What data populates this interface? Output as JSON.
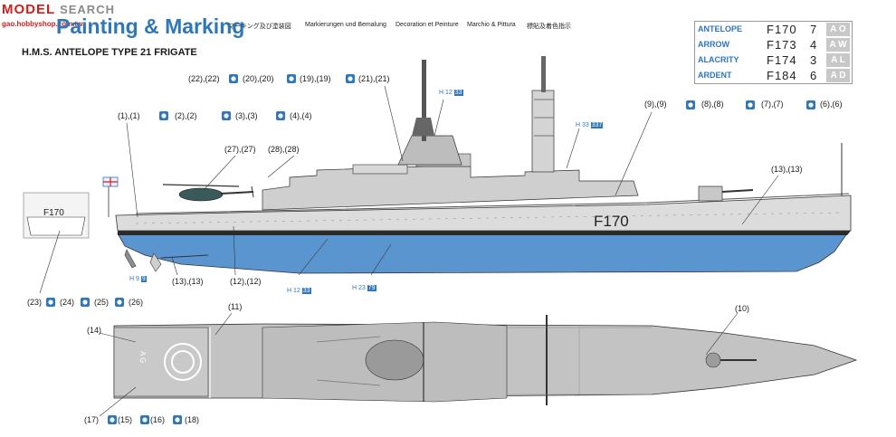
{
  "watermark": {
    "brand": "MODEL",
    "tag": "SEARCH",
    "url": "gao.hobbyshop.com.tw"
  },
  "title": "Painting & Marking",
  "languages": [
    "マーキング及び塗装図",
    "Markierungen und Bemalung",
    "Decoration et Peinture",
    "Marchio & Pittura",
    "標貼及着色指示"
  ],
  "subtitle": "H.M.S. ANTELOPE TYPE 21 FRIGATE",
  "hull_number": "F170",
  "insert_hull_number": "F170",
  "deck_letters": "A G",
  "vessels": [
    {
      "name": "ANTELOPE",
      "code": "F170",
      "num": "7",
      "letters": "A O"
    },
    {
      "name": "ARROW",
      "code": "F173",
      "num": "4",
      "letters": "A W"
    },
    {
      "name": "ALACRITY",
      "code": "F174",
      "num": "3",
      "letters": "A L"
    },
    {
      "name": "ARDENT",
      "code": "F184",
      "num": "6",
      "letters": "A D"
    }
  ],
  "callouts": {
    "c22": "22",
    "c22b": "22",
    "c20": "20",
    "c20b": "20",
    "c19": "19",
    "c19b": "19",
    "c21": "21",
    "c21b": "21",
    "c1": "1",
    "c1b": "1",
    "c2": "2",
    "c2b": "2",
    "c3": "3",
    "c3b": "3",
    "c4": "4",
    "c4b": "4",
    "c9": "9",
    "c9b": "9",
    "c8": "8",
    "c8b": "8",
    "c7": "7",
    "c7b": "7",
    "c6": "6",
    "c6b": "6",
    "c27": "27",
    "c27b": "27",
    "c28": "28",
    "c28b": "28",
    "c13": "13",
    "c13b": "13",
    "c13s": "13",
    "c13sb": "13",
    "c12": "12",
    "c12b": "12",
    "c23": "23",
    "c24": "24",
    "c25": "25",
    "c26": "26",
    "c11": "11",
    "c10": "10",
    "c14": "14",
    "c17": "17",
    "c15": "15",
    "c16": "16",
    "c18": "18"
  },
  "colors": {
    "hcode1": "H 12",
    "hcode1b": "33",
    "hcode2": "H 33",
    "hcode2b": "337",
    "hcode3": "H 9",
    "hcode3b": "9",
    "hcode4": "H 12",
    "hcode4b": "33",
    "hcode5": "H 23",
    "hcode5b": "79",
    "hull_blue": "#5b95cf",
    "accent_blue": "#2e77b8",
    "grey": "#bfbfbf"
  }
}
